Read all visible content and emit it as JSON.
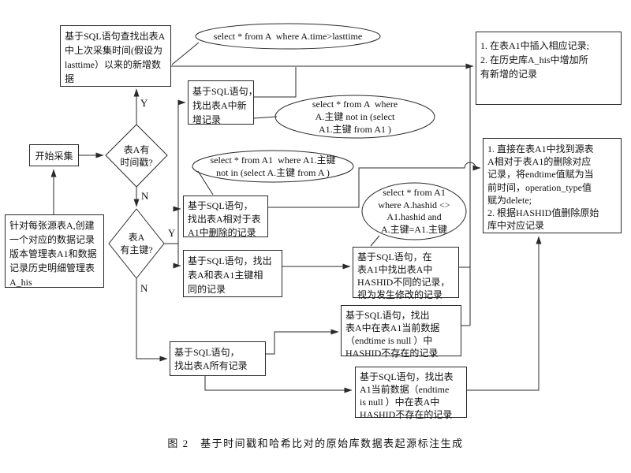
{
  "caption": "图 2　基于时间戳和哈希比对的原始库数据表起源标注生成",
  "labels": {
    "d1_yes": "Y",
    "d1_no": "N",
    "d2_yes": "Y",
    "d2_no": "N"
  },
  "colors": {
    "line": "#2a2a2a",
    "background": "#ffffff",
    "text": "#111111"
  },
  "nodes": {
    "start": "开始采集",
    "note": "针对每张源表A,创建\n一个对应的数据记录\n版本管理表A1和数据\n记录历史明细管理表\nA_his",
    "decision_timestamp": "表A有\n时间戳?",
    "decision_pk": "表A\n有主键?",
    "sql_timestamp_new": "基于SQL语句查找出表A\n中上次采集时间(假设为\nlasttime）以来的新增数\n据",
    "sql_new_records": "基于SQL语句，\n找出表A中新\n增记录",
    "sql_deleted_records": "基于SQL语句，\n找出表A相对于表\nA1中删除的记录",
    "sql_same_pk": "基于SQL语句，找出\n表A和表A1主键相\n同的记录",
    "sql_hash_modified": "基于SQL语句，在\n表A1中找出表A中\nHASHID不同的记录，\n视为发生修改的记录",
    "sql_hash_new": "基于SQL语句，找出\n表A中在表A1当前数据\n（endtime is null ）中\nHASHID不存在的记录",
    "sql_all_records": "基于SQL语句，\n找出表A所有记录",
    "sql_hash_deleted": "基于SQL语句，找出表\nA1当前数据（endtime\nis null ）中在表A中\nHASHID不存在的记录",
    "result_insert": "1. 在表A1中插入相应记录;\n2. 在历史库A_his中增加所\n有新增的记录",
    "result_delete": "1. 直接在表A1中找到源表\nA相对于表A1的删除对应\n记录，将endtime值赋为当\n前时间，operation_type值\n赋为delete;\n2. 根据HASHID值删除原始\n库中对应记录",
    "query_time": "select * from A  where A.time>lasttime",
    "query_pk_new": "select * from A  where\nA.主键 not in (select\nA1.主键 from A1 )",
    "query_pk_deleted": "select * from A1  where A1.主键\nnot in (select A.主键 from A )",
    "query_hash": "select * from A1\nwhere A.hashid <>\nA1.hashid and\nA.主键=A1.主键"
  }
}
